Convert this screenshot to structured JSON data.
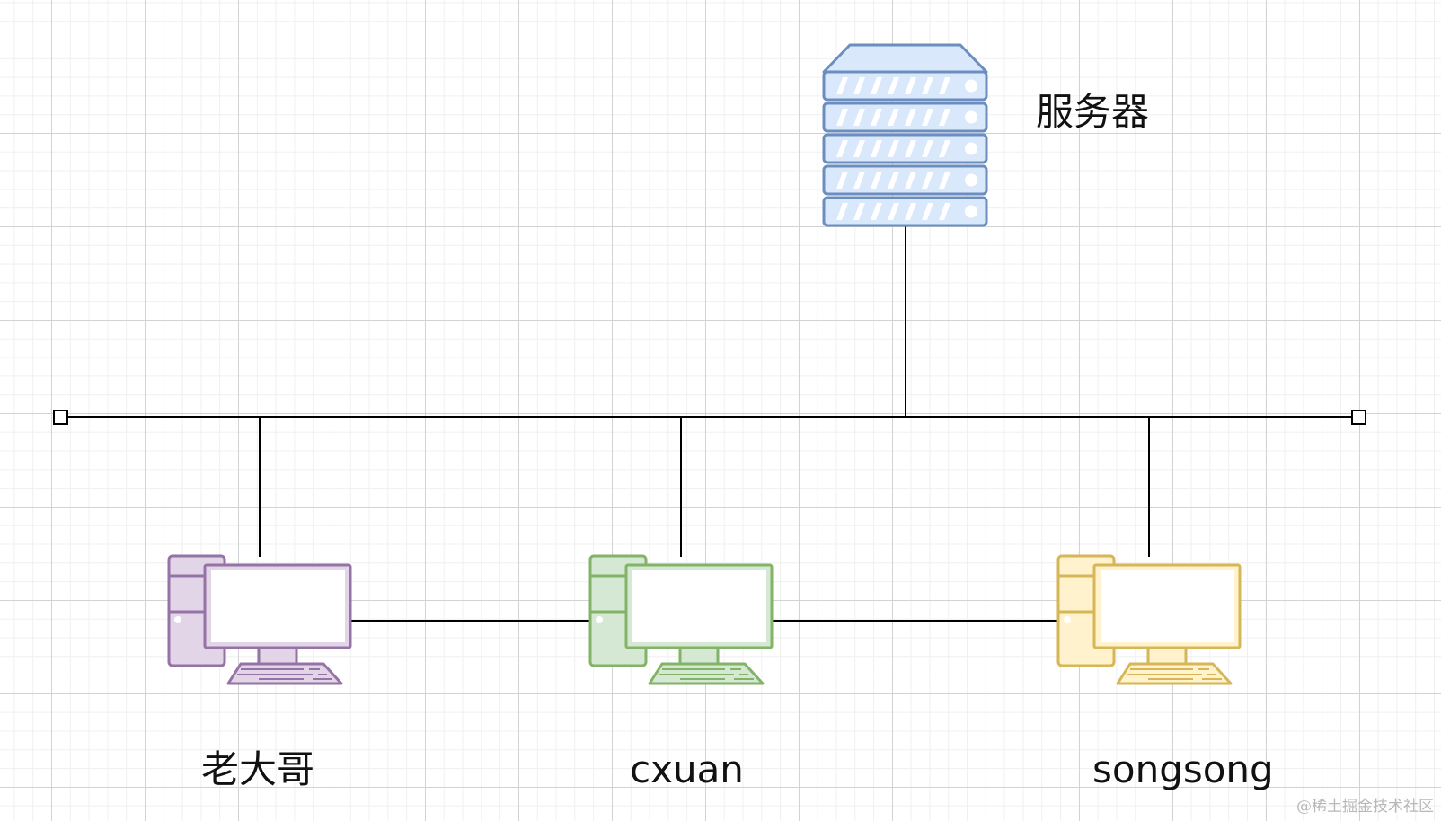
{
  "nodes": {
    "server": {
      "label": "服务器",
      "icon": "server-icon",
      "fill": "#dae8fc",
      "stroke": "#6c8ebf"
    },
    "pc_1": {
      "label": "老大哥",
      "icon": "desktop-computer-icon",
      "fill": "#e1d5e7",
      "stroke": "#9673a6"
    },
    "pc_2": {
      "label": "cxuan",
      "icon": "desktop-computer-icon",
      "fill": "#d5e8d4",
      "stroke": "#82b366"
    },
    "pc_3": {
      "label": "songsong",
      "icon": "desktop-computer-icon",
      "fill": "#fff2cc",
      "stroke": "#d6b656"
    }
  },
  "edges": [
    {
      "from": "server",
      "to": "bus"
    },
    {
      "from": "pc_1",
      "to": "bus"
    },
    {
      "from": "pc_2",
      "to": "bus"
    },
    {
      "from": "pc_3",
      "to": "bus"
    },
    {
      "from": "pc_1",
      "to": "pc_2"
    },
    {
      "from": "pc_2",
      "to": "pc_3"
    }
  ],
  "watermark": "@稀土掘金技术社区"
}
